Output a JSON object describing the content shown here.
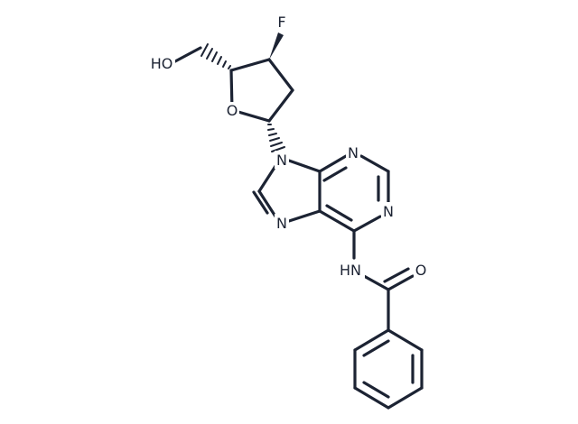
{
  "molecule": {
    "atoms": {
      "fluorine": "F",
      "hydroxyl": "HO",
      "ring_oxygen": "O",
      "n9": "N",
      "n1": "N",
      "n3": "N",
      "n7": "N",
      "amide_nh": "HN",
      "carbonyl_oxygen": "O"
    },
    "colors": {
      "bond": "#1c2333",
      "background": "#ffffff"
    }
  }
}
